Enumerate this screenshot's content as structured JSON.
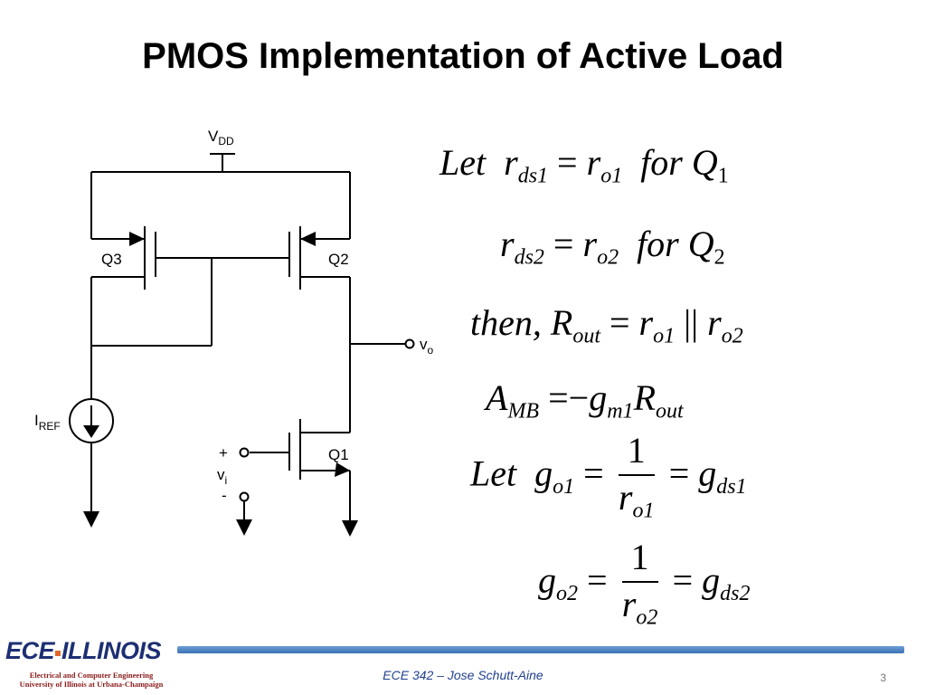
{
  "slide": {
    "title": "PMOS Implementation of Active Load",
    "footer": "ECE 342 – Jose Schutt-Aine",
    "page_number": "3"
  },
  "logo": {
    "main_left": "ECE",
    "main_right": "ILLINOIS",
    "line1": "Electrical and Computer Engineering",
    "line2": "University of Illinois at Urbana-Champaign"
  },
  "circuit": {
    "vdd_main": "V",
    "vdd_sub": "DD",
    "q3": "Q3",
    "q2": "Q2",
    "q1": "Q1",
    "vo_main": "v",
    "vo_sub": "o",
    "iref_main": "I",
    "iref_sub": "REF",
    "plus": "+",
    "vi_main": "v",
    "vi_sub": "i",
    "minus": "-"
  },
  "equations": {
    "eq1": {
      "let": "Let",
      "r": "r",
      "ds1": "ds1",
      "eq": "=",
      "ro": "r",
      "o1": "o1",
      "for": "for",
      "Q": "Q",
      "one": "1"
    },
    "eq2": {
      "r": "r",
      "ds2": "ds2",
      "eq": "=",
      "ro": "r",
      "o2": "o2",
      "for": "for",
      "Q": "Q",
      "two": "2"
    },
    "eq3": {
      "then": "then,",
      "R": "R",
      "out": "out",
      "eq": "=",
      "r1": "r",
      "o1": "o1",
      "par": "||",
      "r2": "r",
      "o2": "o2"
    },
    "eq4": {
      "A": "A",
      "MB": "MB",
      "eq": "=",
      "neg": "−",
      "g": "g",
      "m1": "m1",
      "R": "R",
      "out": "out"
    },
    "eq5": {
      "let": "Let",
      "g": "g",
      "o1": "o1",
      "eq": "=",
      "num": "1",
      "den_r": "r",
      "den_sub": "o1",
      "eq2": "=",
      "g2": "g",
      "ds1": "ds1"
    },
    "eq6": {
      "g": "g",
      "o2": "o2",
      "eq": "=",
      "num": "1",
      "den_r": "r",
      "den_sub": "o2",
      "eq2": "=",
      "g2": "g",
      "ds2": "ds2"
    }
  }
}
